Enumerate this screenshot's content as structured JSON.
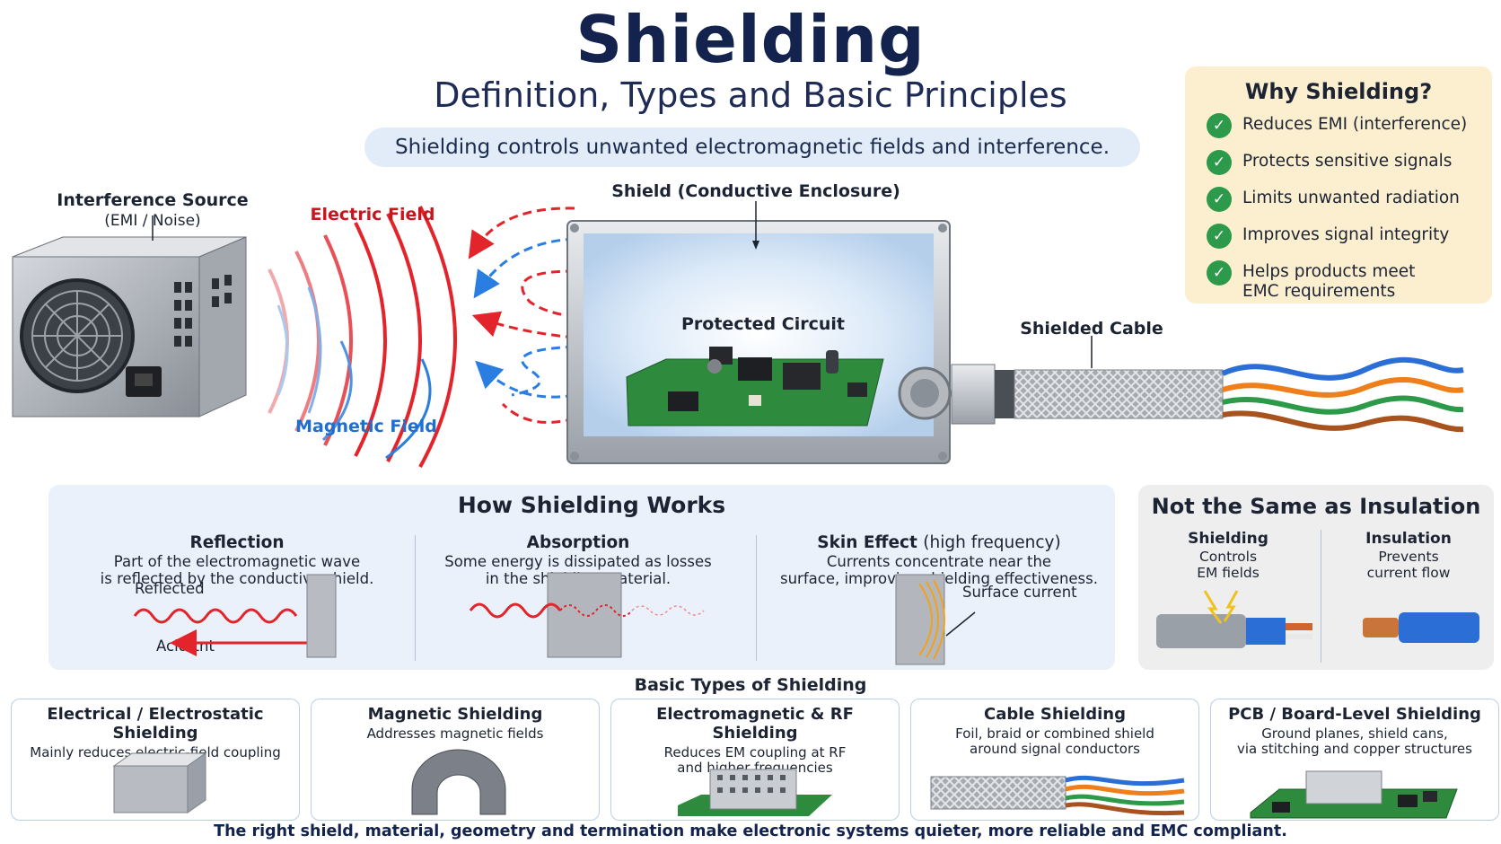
{
  "header": {
    "title": "Shielding",
    "subtitle": "Definition, Types and Basic Principles",
    "tagline": "Shielding controls unwanted electromagnetic fields and interference."
  },
  "diagram": {
    "source_label": "Interference Source",
    "source_sub": "(EMI / Noise)",
    "electric_field": "Electric Field",
    "magnetic_field": "Magnetic Field",
    "shield_label": "Shield (Conductive Enclosure)",
    "protected_circuit": "Protected Circuit",
    "shielded_cable": "Shielded Cable"
  },
  "why": {
    "title": "Why Shielding?",
    "items": [
      "Reduces EMI (interference)",
      "Protects sensitive signals",
      "Limits unwanted radiation",
      "Improves signal integrity",
      "Helps products meet EMC requirements"
    ]
  },
  "how": {
    "title": "How Shielding Works",
    "reflection": {
      "title": "Reflection",
      "desc_1": "Part of the electromagnetic wave",
      "desc_2": "is reflected by the conductive shield.",
      "label_reflected": "Reflected",
      "label_incident": "Aclortnt"
    },
    "absorption": {
      "title": "Absorption",
      "desc_1": "Some energy is dissipated as losses",
      "desc_2": "in the shielding material."
    },
    "skin": {
      "title": "Skin Effect",
      "title_suffix": "(high frequency)",
      "desc_1": "Currents concentrate near the",
      "desc_2": "surface, improving shielding effectiveness.",
      "label_surface": "Surface current"
    }
  },
  "not_same": {
    "title": "Not the Same as Insulation",
    "shielding_title": "Shielding",
    "shielding_desc_1": "Controls",
    "shielding_desc_2": "EM fields",
    "insulation_title": "Insulation",
    "insulation_desc_1": "Prevents",
    "insulation_desc_2": "current flow"
  },
  "types": {
    "title": "Basic Types of Shielding",
    "cards": [
      {
        "title": "Electrical / Electrostatic Shielding",
        "desc_1": "Mainly reduces electric-field coupling",
        "desc_2": ""
      },
      {
        "title": "Magnetic Shielding",
        "desc_1": "Addresses magnetic fields",
        "desc_2": ""
      },
      {
        "title": "Electromagnetic & RF Shielding",
        "desc_1": "Reduces EM coupling at RF",
        "desc_2": "and higher frequencies"
      },
      {
        "title": "Cable Shielding",
        "desc_1": "Foil, braid or combined shield",
        "desc_2": "around signal conductors"
      },
      {
        "title": "PCB / Board-Level Shielding",
        "desc_1": "Ground planes, shield cans,",
        "desc_2": "via stitching and copper structures"
      }
    ]
  },
  "footer": "The right shield, material, geometry and termination make electronic systems quieter, more reliable and EMC compliant.",
  "colors": {
    "electric": "#e3242b",
    "magnetic": "#2a7de1",
    "navy": "#13234d",
    "check": "#2c9a4a",
    "why_bg": "#fcefcf",
    "how_bg": "#eaf1fa"
  }
}
